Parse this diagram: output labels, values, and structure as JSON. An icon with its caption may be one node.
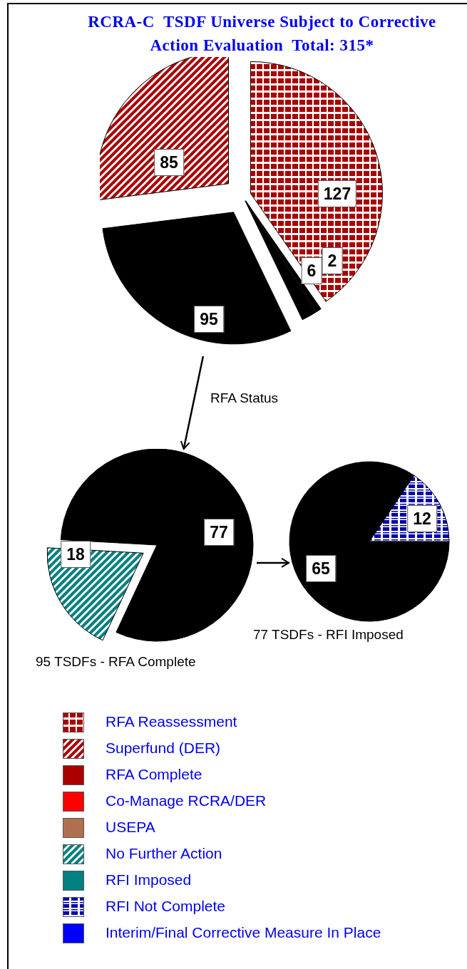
{
  "diagram": {
    "title": "RCRA-C  TSDF Universe Subject to Corrective Action Evaluation  Total: 315*",
    "nodes": [
      {
        "text": [
          "85",
          "127",
          "2",
          "6",
          "95"
        ]
      },
      {
        "text": [
          "18",
          "77"
        ],
        "beside": [
          "95 TSDFs - RFA Complete"
        ]
      },
      {
        "text": [
          "12",
          "65"
        ],
        "beside": [
          "77 TSDFs - RFI Imposed"
        ]
      }
    ],
    "edges": [
      {
        "from": 0,
        "to": 1,
        "arrow": "to",
        "label": "RFA Status"
      },
      {
        "from": 1,
        "to": 2,
        "arrow": "to"
      }
    ],
    "legend": [
      {
        "text": "RFA Reassessment",
        "color": "#aa0000"
      },
      {
        "text": "Superfund (DER)",
        "color": "#aa0000"
      },
      {
        "text": "RFA Complete",
        "color": "#aa0000"
      },
      {
        "text": "Co-Manage RCRA/DER",
        "color": "#ff0000"
      },
      {
        "text": "USEPA",
        "color": "#b07050"
      },
      {
        "text": "No Further Action",
        "color": "#008080"
      },
      {
        "text": "RFI Imposed",
        "color": "#008080"
      },
      {
        "text": "RFI Not Complete",
        "color": "#0000aa"
      },
      {
        "text": "Interim/Final Corrective Measure In Place",
        "color": "#0000ff"
      }
    ]
  }
}
